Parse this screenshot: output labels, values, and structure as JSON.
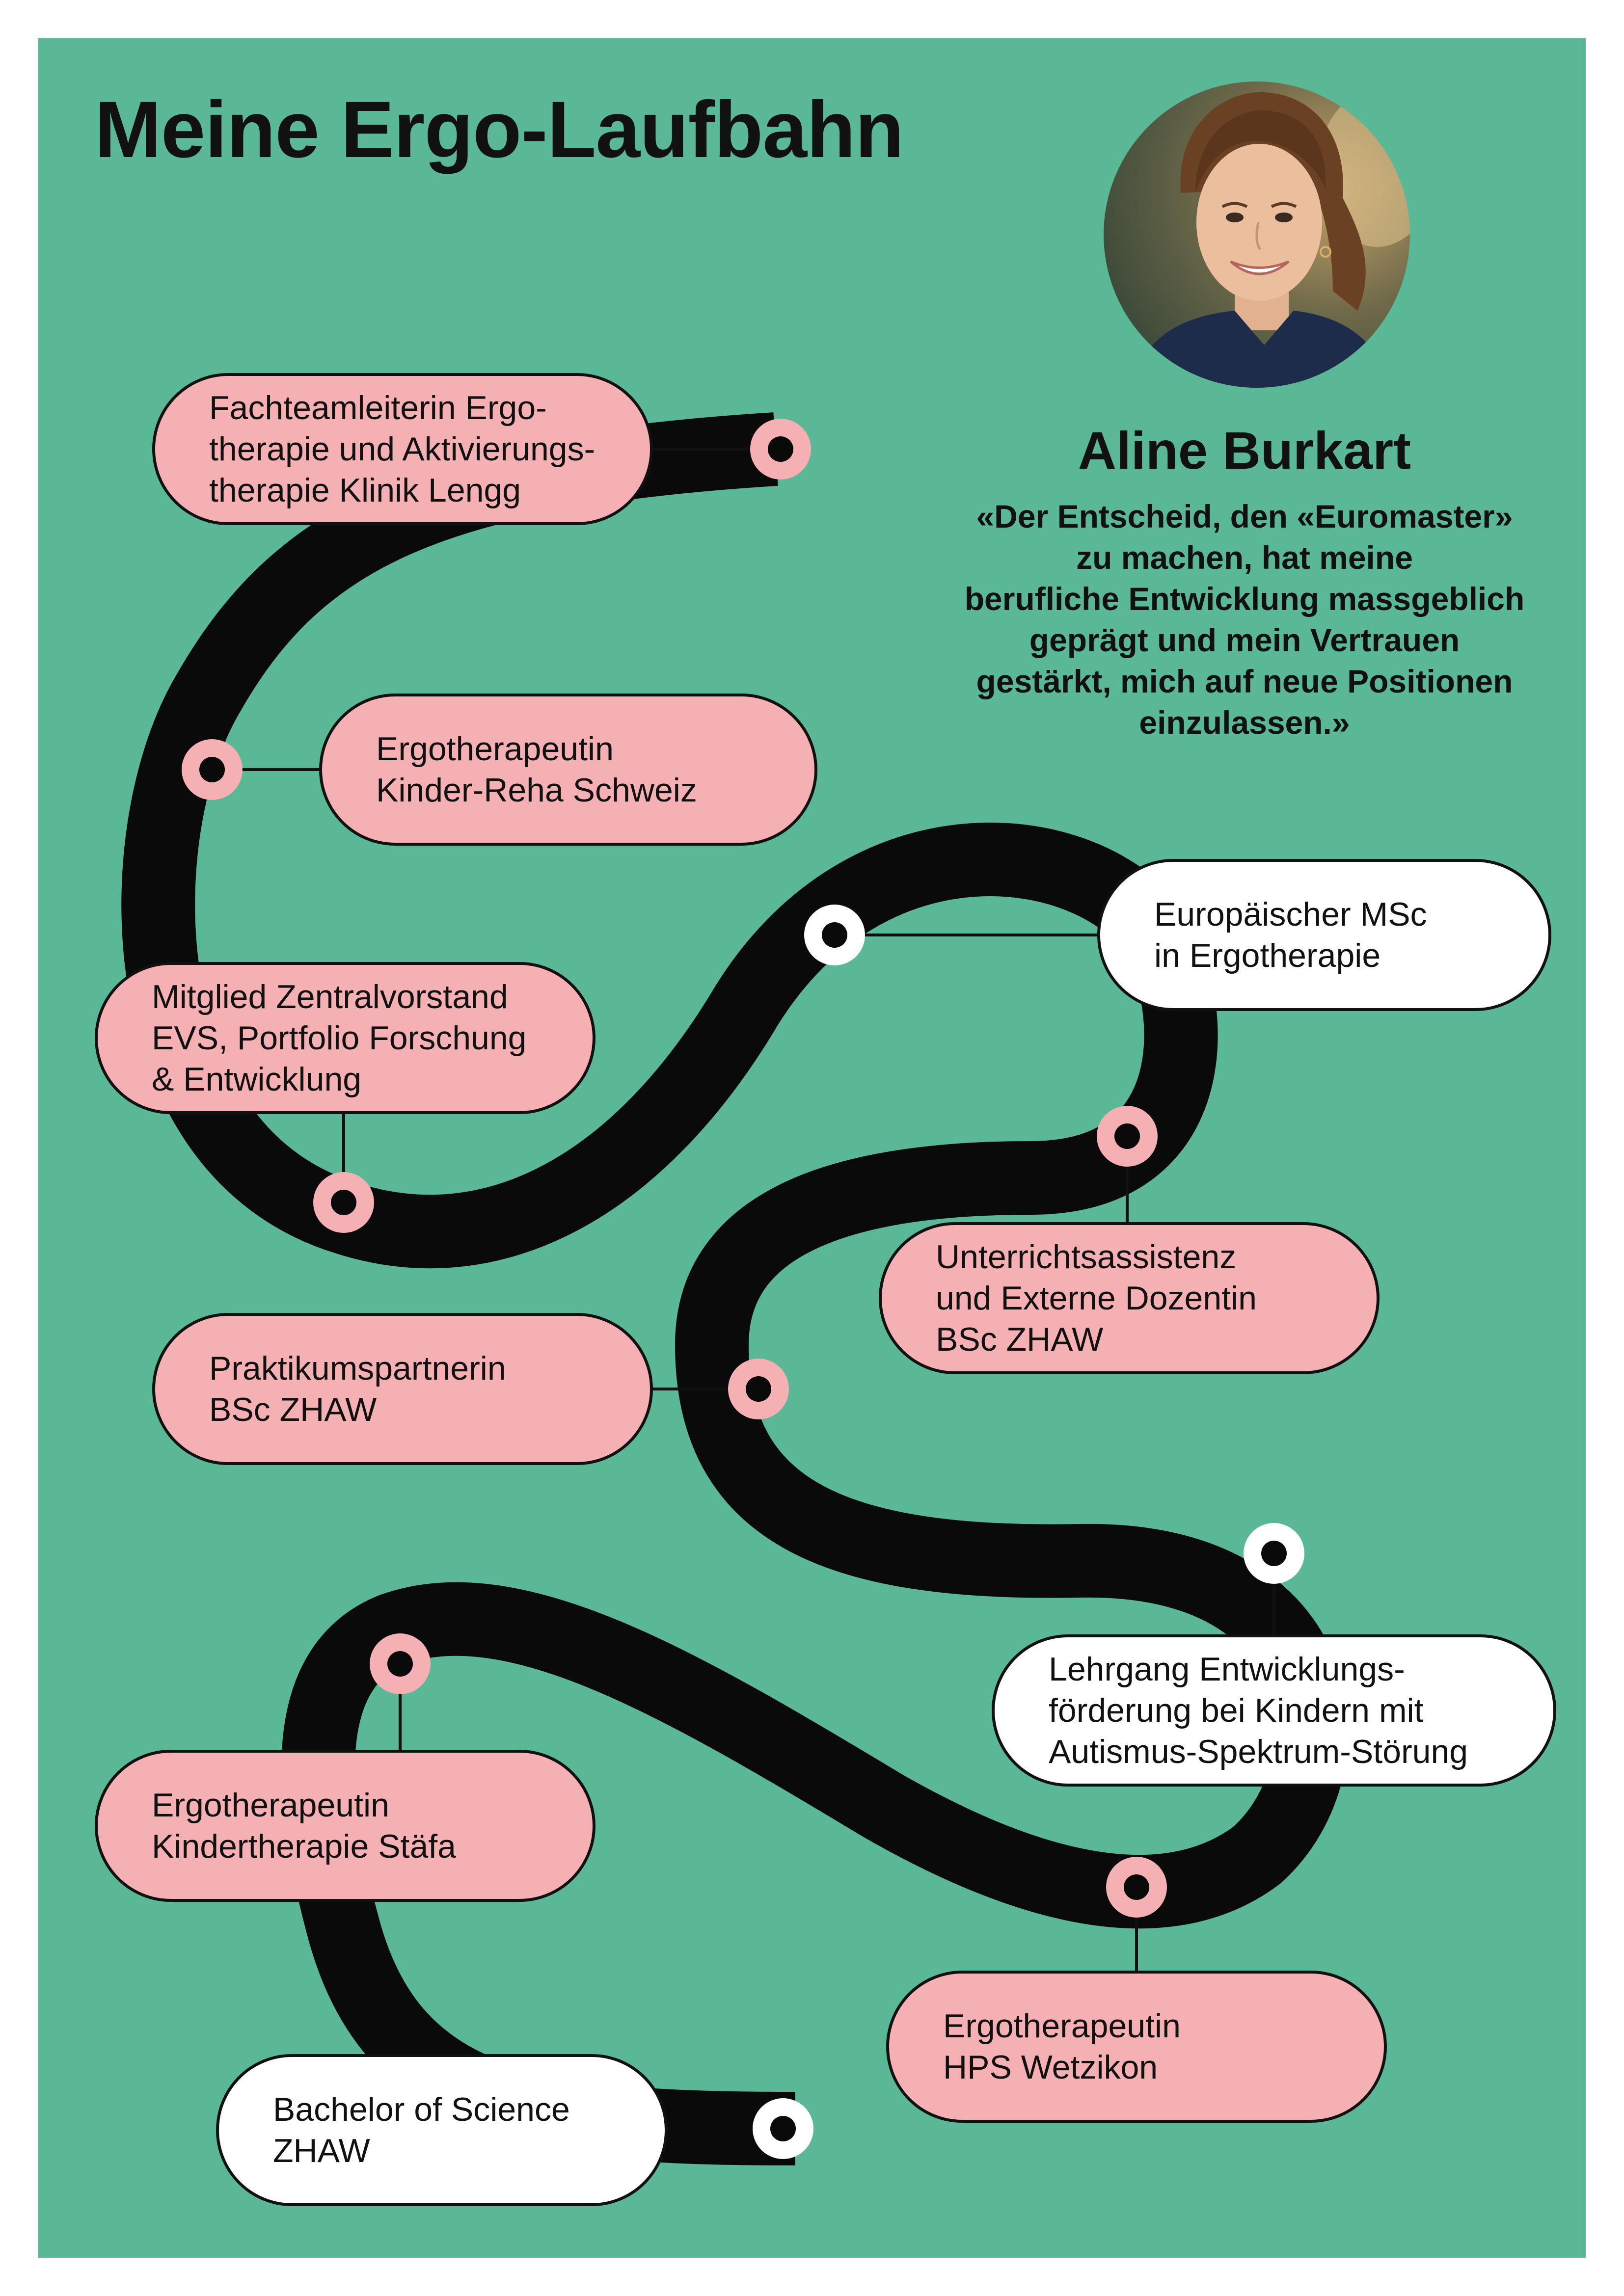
{
  "title": "Meine Ergo-Laufbahn",
  "profile": {
    "name": "Aline Burkart",
    "quote_lines": [
      "«Der Entscheid, den «Euromaster»",
      "zu machen, hat meine",
      "berufliche Entwicklung massgeblich",
      "geprägt und mein Vertrauen",
      "gestärkt, mich auf neue Positionen",
      "einzulassen.»"
    ]
  },
  "colors": {
    "background": "#5bb896",
    "road": "#0a0a0a",
    "pill_pink": "#f4b0b2",
    "pill_white": "#ffffff",
    "outline": "#111111"
  },
  "timeline": [
    {
      "lines": [
        "Fachteamleiterin Ergo-",
        "therapie und Aktivierungs-",
        "therapie Klinik Lengg"
      ],
      "style": "pink"
    },
    {
      "lines": [
        "Ergotherapeutin",
        "Kinder-Reha Schweiz"
      ],
      "style": "pink"
    },
    {
      "lines": [
        "Europäischer MSc",
        "in Ergotherapie"
      ],
      "style": "white"
    },
    {
      "lines": [
        "Mitglied Zentralvorstand",
        "EVS, Portfolio Forschung",
        "& Entwicklung"
      ],
      "style": "pink"
    },
    {
      "lines": [
        "Unterrichtsassistenz",
        "und Externe Dozentin",
        "BSc ZHAW"
      ],
      "style": "pink"
    },
    {
      "lines": [
        "Praktikumspartnerin",
        "BSc ZHAW"
      ],
      "style": "pink"
    },
    {
      "lines": [
        "Lehrgang Entwicklungs-",
        "förderung bei Kindern mit",
        "Autismus-Spektrum-Störung"
      ],
      "style": "white"
    },
    {
      "lines": [
        "Ergotherapeutin",
        "Kindertherapie Stäfa"
      ],
      "style": "pink"
    },
    {
      "lines": [
        "Ergotherapeutin",
        "HPS Wetzikon"
      ],
      "style": "pink"
    },
    {
      "lines": [
        "Bachelor of Science",
        "ZHAW"
      ],
      "style": "white"
    }
  ]
}
